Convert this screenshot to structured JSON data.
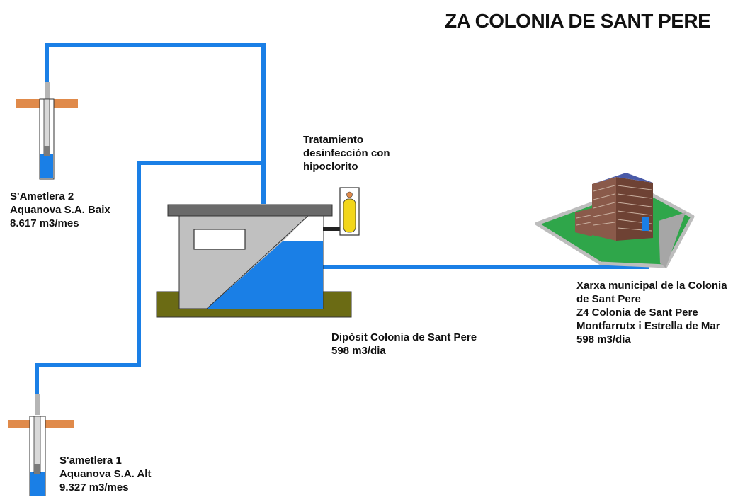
{
  "title": "ZA COLONIA DE SANT PERE",
  "treatment": {
    "lines": [
      "Tratamiento",
      "desinfección con",
      "hipoclorito"
    ]
  },
  "well_2": {
    "lines": [
      "S'Ametlera 2",
      "Aquanova S.A. Baix",
      "8.617 m3/mes"
    ]
  },
  "well_1": {
    "lines": [
      "S'ametlera 1",
      "Aquanova S.A. Alt",
      "9.327 m3/mes"
    ]
  },
  "tank": {
    "lines": [
      "Dipòsit Colonia de Sant Pere",
      "598 m3/dia"
    ]
  },
  "network": {
    "lines": [
      "Xarxa municipal de la Colonia",
      "de Sant Pere",
      "Z4 Colonia de Sant Pere",
      "Montfarrutx i Estrella de Mar",
      "598 m3/dia"
    ]
  },
  "colors": {
    "pipe": "#1a7fe6",
    "water": "#1a7fe6",
    "tank_wall": "#c0c0c0",
    "tank_base": "#6b6b14",
    "soil": "#e08a4a",
    "grass": "#2fa64a",
    "building": "#8a5a4a"
  }
}
